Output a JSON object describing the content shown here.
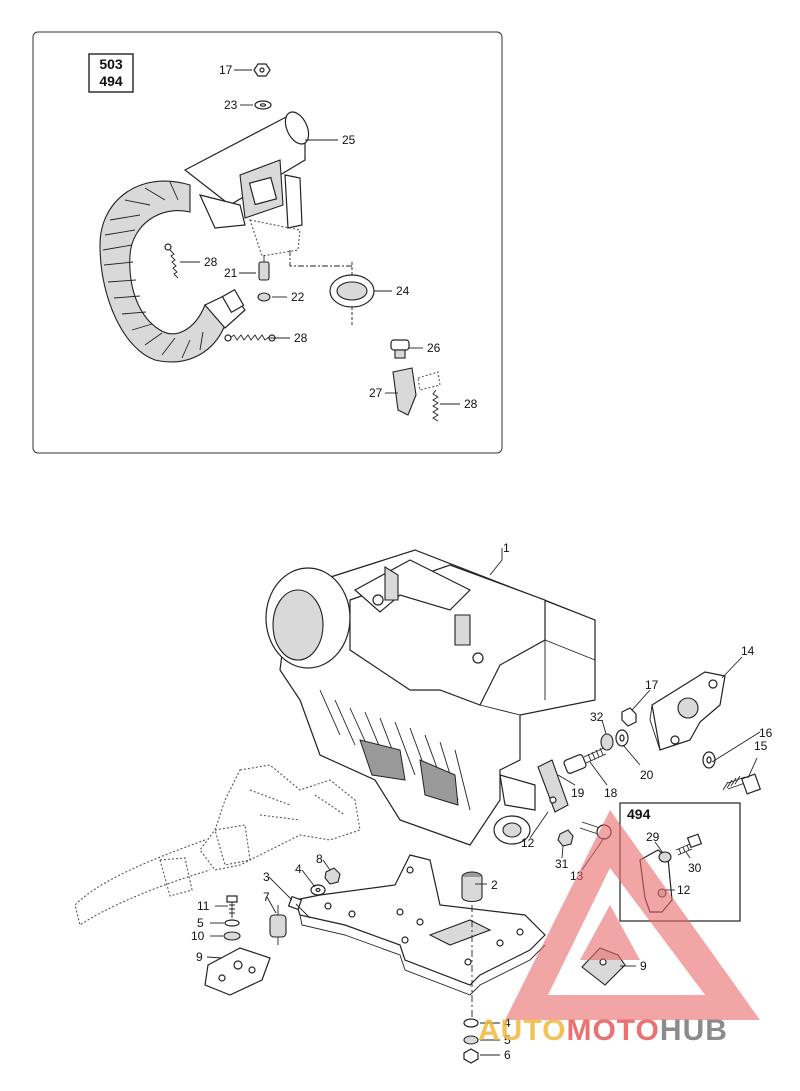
{
  "inset_top": {
    "model_codes": [
      "503",
      "494"
    ]
  },
  "inset_right": {
    "model_code": "494"
  },
  "callouts_top": [
    "17",
    "23",
    "25",
    "28",
    "21",
    "22",
    "24",
    "28",
    "26",
    "27",
    "28"
  ],
  "callouts_main": [
    "1",
    "14",
    "17",
    "32",
    "16",
    "15",
    "20",
    "18",
    "19",
    "12",
    "2",
    "8",
    "4",
    "3",
    "11",
    "7",
    "5",
    "10",
    "9",
    "31",
    "13",
    "4",
    "5",
    "6"
  ],
  "callouts_inset": [
    "29",
    "30",
    "12",
    "9"
  ],
  "watermark": {
    "brand_prefix": "AUTO",
    "brand_mid": "MOTO",
    "brand_suffix": "HUB",
    "colors": {
      "triangle": "#e86a6a",
      "auto": "#f0b83a",
      "moto": "#e75a5a",
      "hub": "#777777"
    }
  }
}
